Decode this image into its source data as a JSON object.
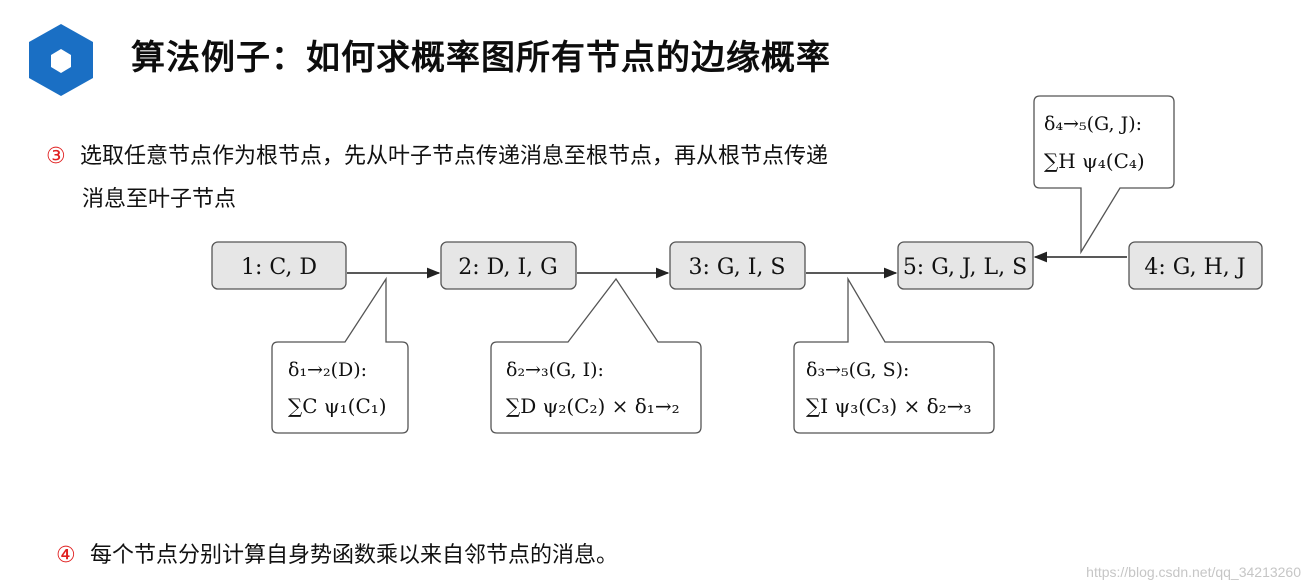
{
  "header": {
    "title": "算法例子：如何求概率图所有节点的边缘概率"
  },
  "steps": [
    {
      "number": "③",
      "line1": "选取任意节点作为根节点，先从叶子节点传递消息至根节点，再从根节点传递",
      "line2": "消息至叶子节点"
    },
    {
      "number": "④",
      "line1": "每个节点分别计算自身势函数乘以来自邻节点的消息。"
    }
  ],
  "diagram": {
    "nodes": [
      {
        "label": "1: C, D"
      },
      {
        "label": "2: D, I, G"
      },
      {
        "label": "3: G, I, S"
      },
      {
        "label": "5: G, J, L, S"
      },
      {
        "label": "4: G, H, J"
      }
    ],
    "messages": [
      {
        "line1": "δ₁→₂(D):",
        "line2": "∑C ψ₁(C₁)"
      },
      {
        "line1": "δ₂→₃(G, I):",
        "line2": "∑D ψ₂(C₂) × δ₁→₂"
      },
      {
        "line1": "δ₃→₅(G, S):",
        "line2": "∑I ψ₃(C₃) × δ₂→₃"
      },
      {
        "line1": "δ₄→₅(G, J):",
        "line2": "∑H ψ₄(C₄)"
      }
    ]
  },
  "footer": {
    "watermark": "https://blog.csdn.net/qq_34213260"
  },
  "colors": {
    "accent": "#1a6fc4",
    "number": "#e02020",
    "node_fill": "#e6e6e6",
    "node_stroke": "#555555"
  }
}
